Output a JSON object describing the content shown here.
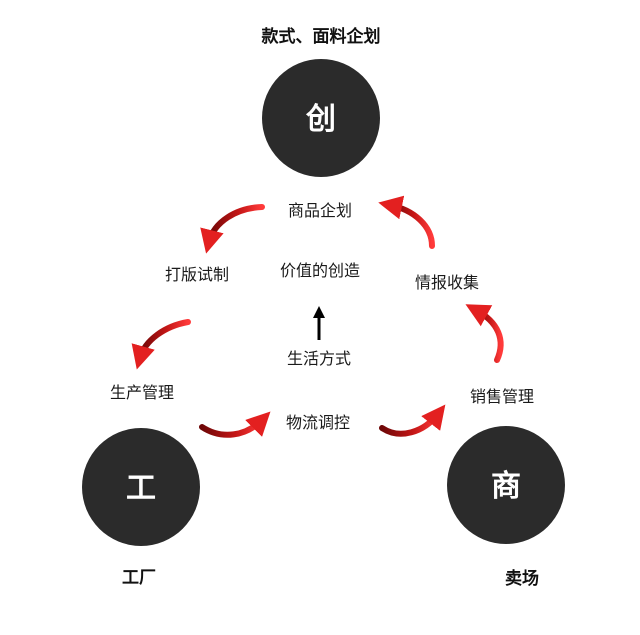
{
  "nodes": {
    "top": {
      "char": "创",
      "caption": "款式、面料企划"
    },
    "left": {
      "char": "工",
      "caption": "工厂"
    },
    "right": {
      "char": "商",
      "caption": "卖场"
    }
  },
  "steps": {
    "product_planning": "商品企划",
    "info_collection": "情报收集",
    "sales_management": "销售管理",
    "logistics": "物流调控",
    "production_management": "生产管理",
    "sample_making": "打版试制"
  },
  "center": {
    "value_creation": "价值的创造",
    "lifestyle": "生活方式"
  },
  "colors": {
    "circle": "#2b2b2b",
    "arrow_dark": "#7a0a0a",
    "arrow_light": "#e32020",
    "text": "#1a1a1a"
  }
}
